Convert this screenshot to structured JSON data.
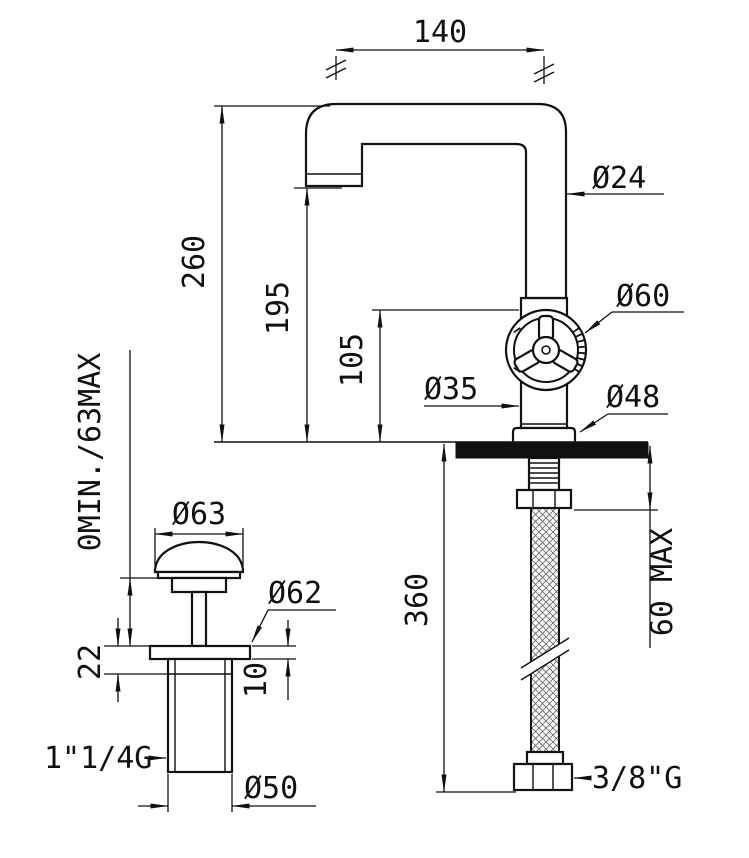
{
  "drawing": {
    "colors": {
      "line": "#111111",
      "background": "#ffffff"
    },
    "dims": {
      "d140": "140",
      "d24": "Ø24",
      "d260": "260",
      "d195": "195",
      "d105": "105",
      "d60": "Ø60",
      "d35": "Ø35",
      "d48": "Ø48",
      "d360": "360",
      "d60max": "60 MAX",
      "adjust": "0MIN./63MAX",
      "d63": "Ø63",
      "d62": "Ø62",
      "d22": "22",
      "d10": "10",
      "thread_drain": "1\"1/4G",
      "d50": "Ø50",
      "thread_hose": "3/8\"G"
    }
  }
}
